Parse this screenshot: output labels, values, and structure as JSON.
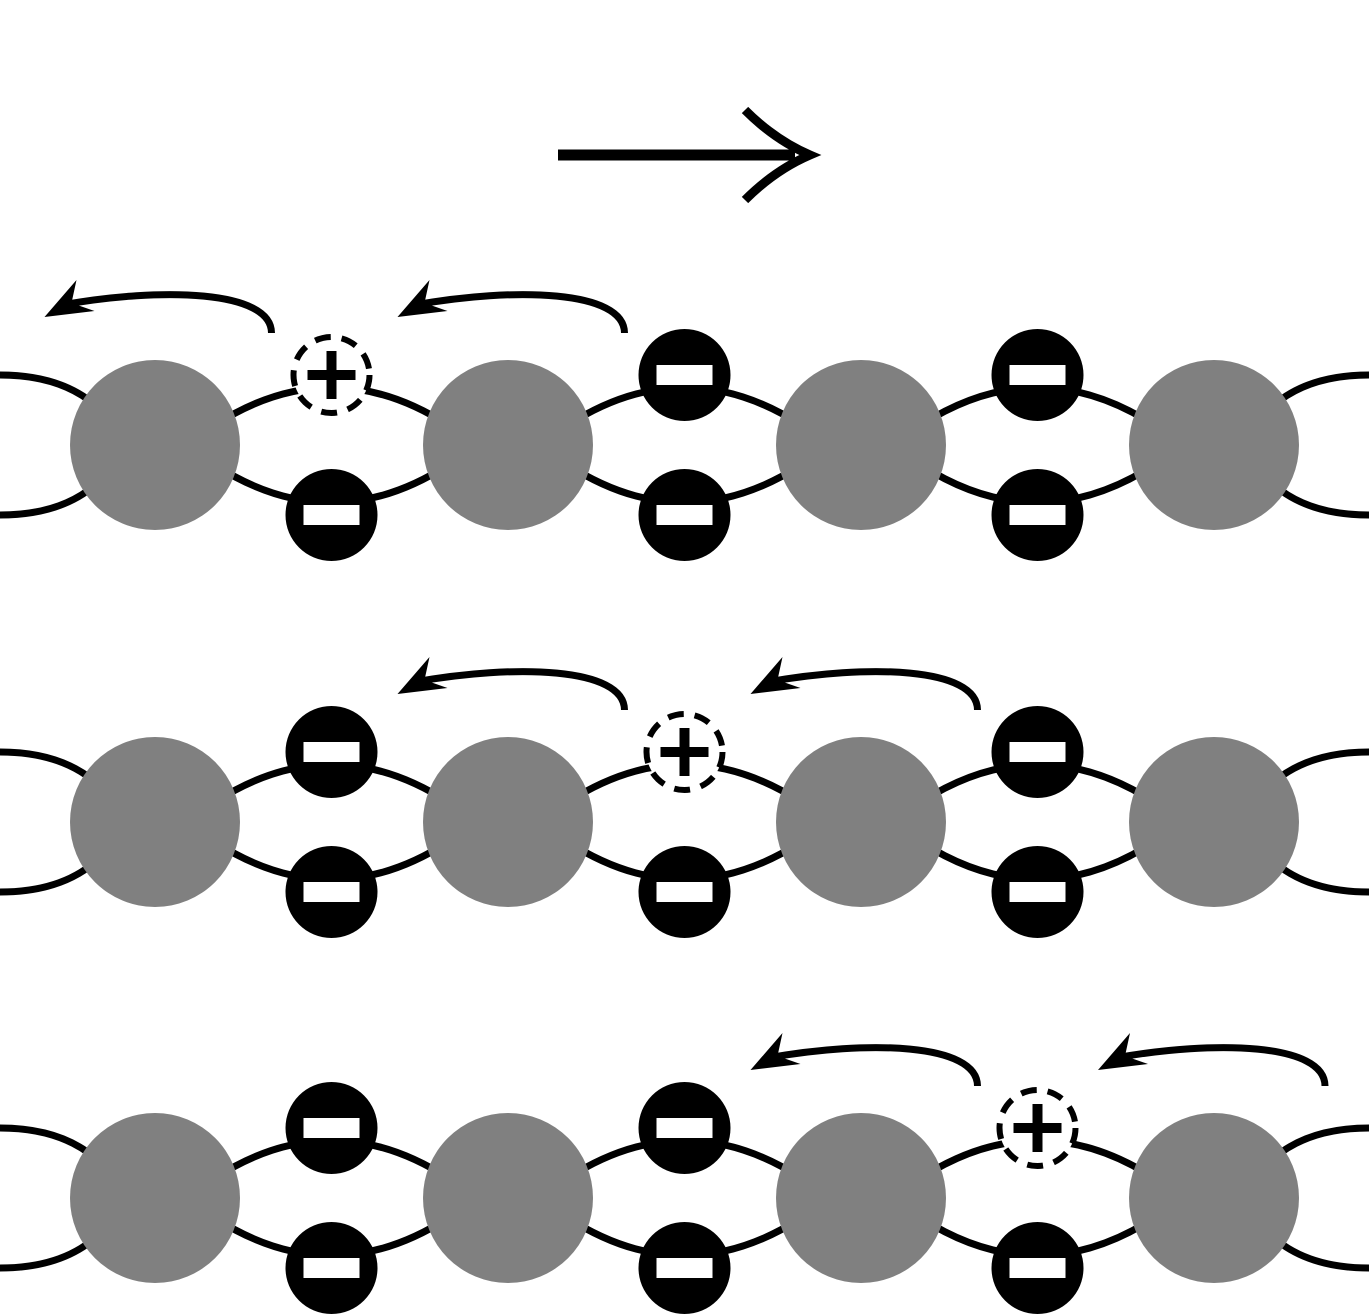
{
  "diagram": {
    "description_visible_text": "",
    "direction_arrow": {
      "icon": "right-arrow-icon",
      "direction": "right"
    },
    "colors": {
      "atom": "#808080",
      "electron": "#000000",
      "bond": "#000000",
      "background": "#ffffff"
    },
    "atoms_per_row": 4,
    "rows": [
      {
        "name": "row-1",
        "hole_bond": 0,
        "hole_position": "top",
        "hop_arrows": [
          {
            "from_bond": 0,
            "direction": "left"
          },
          {
            "from_bond": 1,
            "direction": "left"
          }
        ]
      },
      {
        "name": "row-2",
        "hole_bond": 1,
        "hole_position": "top",
        "hop_arrows": [
          {
            "from_bond": 1,
            "direction": "left"
          },
          {
            "from_bond": 2,
            "direction": "left"
          }
        ]
      },
      {
        "name": "row-3",
        "hole_bond": 2,
        "hole_position": "top",
        "hop_arrows": [
          {
            "from_bond": 2,
            "direction": "left"
          },
          {
            "from_bond": 3,
            "direction": "left"
          }
        ]
      }
    ]
  }
}
